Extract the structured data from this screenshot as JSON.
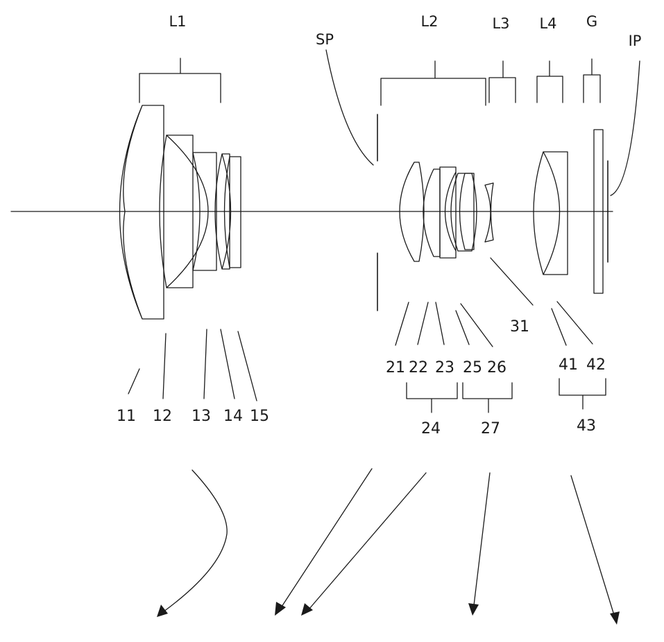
{
  "groups": {
    "L1": "L1",
    "L2": "L2",
    "L3": "L3",
    "L4": "L4",
    "G": "G",
    "SP": "SP",
    "IP": "IP"
  },
  "elements": {
    "e11": "11",
    "e12": "12",
    "e13": "13",
    "e14": "14",
    "e15": "15",
    "e21": "21",
    "e22": "22",
    "e23": "23",
    "e24": "24",
    "e25": "25",
    "e26": "26",
    "e27": "27",
    "e31": "31",
    "e41": "41",
    "e42": "42",
    "e43": "43"
  }
}
